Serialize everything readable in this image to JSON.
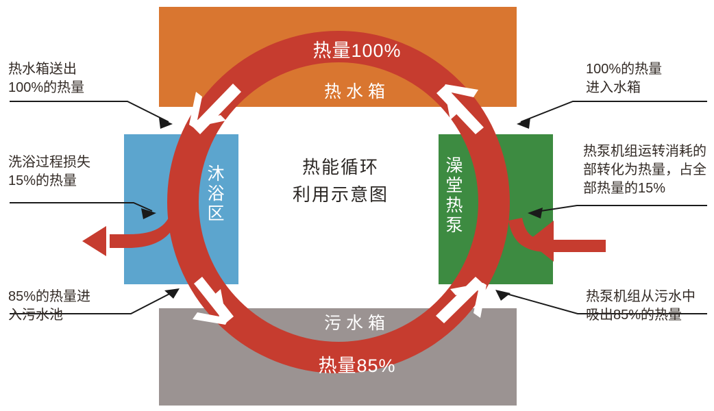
{
  "diagram": {
    "title_line1": "热能循环",
    "title_line2": "利用示意图",
    "colors": {
      "hot_water_tank": "#D97630",
      "bath_zone": "#5CA5CE",
      "heat_pump": "#3D8B41",
      "sewage_tank": "#9B9392",
      "flow_ring": "#C63C2F",
      "text_dark": "#332B26",
      "text_light": "#FFFFFF"
    }
  },
  "blocks": {
    "hot_water_tank": {
      "label": "热水箱"
    },
    "bath_zone": {
      "label": "沐浴区"
    },
    "heat_pump": {
      "label": "澡堂热泵"
    },
    "sewage_tank": {
      "label": "污水箱"
    }
  },
  "ring_labels": {
    "top": "热量100%",
    "bottom": "热量85%"
  },
  "callouts": {
    "top_left": "热水箱送出\n100%的热量",
    "middle_left": "洗浴过程损失\n15%的热量",
    "bottom_left": "85%的热量进\n入污水池",
    "top_right": "100%的热量\n进入水箱",
    "middle_right": "热泵机组运转消耗的\n部转化为热量，占全\n部热量的15%",
    "bottom_right": "热泵机组从污水中\n吸出85%的热量"
  },
  "flow_arrows": {
    "ring_direction": "counter-clockwise",
    "ring_arrow_count": 4,
    "branch_out_left": "loss out of bath zone",
    "branch_in_right": "electricity heat into heat pump"
  }
}
